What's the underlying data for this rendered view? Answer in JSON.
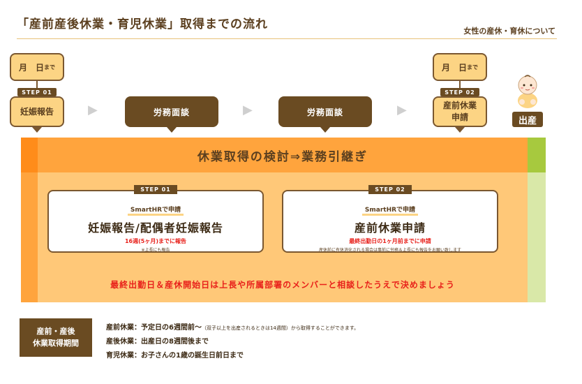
{
  "header": {
    "title": "「産前産後休業・育児休業」取得までの流れ",
    "link": "女性の産休・育休について"
  },
  "timeline": {
    "date_box": {
      "big": "月　日",
      "small": "まで"
    },
    "step1": {
      "tag": "STEP 01",
      "label": "妊娠報告"
    },
    "meeting1": "労務面談",
    "meeting2": "労務面談",
    "step2": {
      "tag": "STEP 02",
      "label_line1": "産前休業",
      "label_line2": "申請"
    },
    "birth": "出産"
  },
  "panel": {
    "header": "休業取得の検討⇒業務引継ぎ",
    "card1": {
      "tag": "STEP 01",
      "sub": "SmartHRで申請",
      "title": "妊娠報告/配偶者妊娠報告",
      "note": "16週(5ヶ月)までに報告",
      "tiny": "※上長にも報告"
    },
    "card2": {
      "tag": "STEP 02",
      "sub": "SmartHRで申請",
      "title": "産前休業申請",
      "note": "最終出勤日の1ヶ月前までに申請",
      "tiny": "産休前に有休消化される場合は事前に労務＆上長にも報告をお願い致します"
    },
    "warning": "最終出勤日＆産休開始日は上長や所属部署のメンバーと相談したうえで決めましょう"
  },
  "period": {
    "label_line1": "産前・産後",
    "label_line2": "休業取得期間",
    "line1_main": "産前休業：予定日の6週間前〜",
    "line1_tiny": "（双子以上を出産されるときは14週間）から取得することができます。",
    "line2": "産後休業：出産日の8週間後まで",
    "line3": "育児休業：お子さんの1歳の誕生日前日まで"
  },
  "colors": {
    "brown": "#6a4b22",
    "light_orange": "#ffc878",
    "orange": "#ffa43d",
    "yellow": "#fcd484",
    "red": "#e8211b",
    "green": "#a7c93e"
  }
}
